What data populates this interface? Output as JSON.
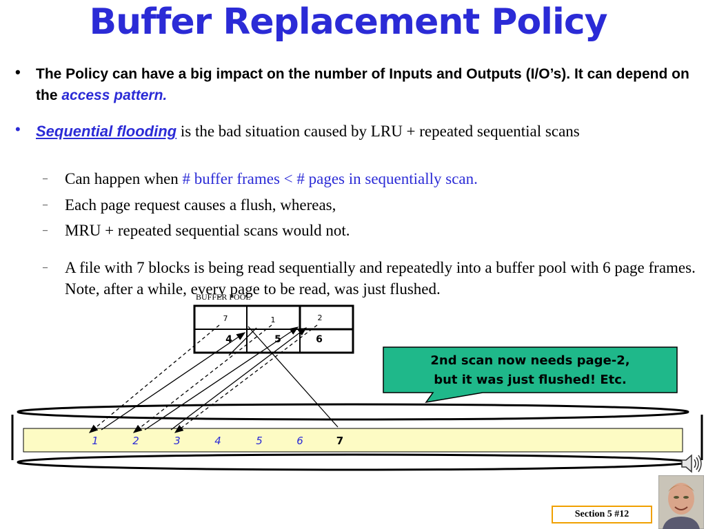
{
  "title": "Buffer Replacement Policy",
  "bullet1": {
    "marker": "•",
    "text": "The Policy can have a big impact on the number of Inputs and Outputs (I/O’s).  It can depend on the ",
    "emphasis": "access pattern."
  },
  "bullet2": {
    "marker": "•",
    "term": "Sequential flooding",
    "text": " is the bad situation caused by LRU + repeated sequential scans"
  },
  "sub_items": [
    {
      "marker": "–",
      "text": "Can happen when ",
      "blue": "# buffer frames < # pages in sequentially scan."
    },
    {
      "marker": "–",
      "text": "Each page request causes a flush, whereas,",
      "blue": ""
    },
    {
      "marker": "–",
      "text": "MRU + repeated sequential scans would not.",
      "blue": ""
    },
    {
      "marker": "–",
      "text": "A file with 7 blocks is being read sequentially and repeatedly into a buffer pool with 6 page frames.  Note, after a while, every page to be read, was just flushed.",
      "blue": ""
    }
  ],
  "buffer_pool": {
    "label": "BUFFER POOL",
    "top_row": [
      "7",
      "1",
      "2"
    ],
    "bottom_row": [
      "4",
      "5",
      "6"
    ]
  },
  "file_pages": [
    "1",
    "2",
    "3",
    "4",
    "5",
    "6",
    "7"
  ],
  "callout": {
    "line1": "2nd scan now needs page-2,",
    "line2": "but it was just flushed!  Etc."
  },
  "footer": {
    "section": "Section 5   #12"
  },
  "colors": {
    "title_blue": "#2b2bd6",
    "callout_fill": "#1fb88a",
    "file_fill": "#fdfbc4",
    "section_border": "#f0a000"
  },
  "icons": [
    "speaker-icon",
    "presenter-photo"
  ]
}
